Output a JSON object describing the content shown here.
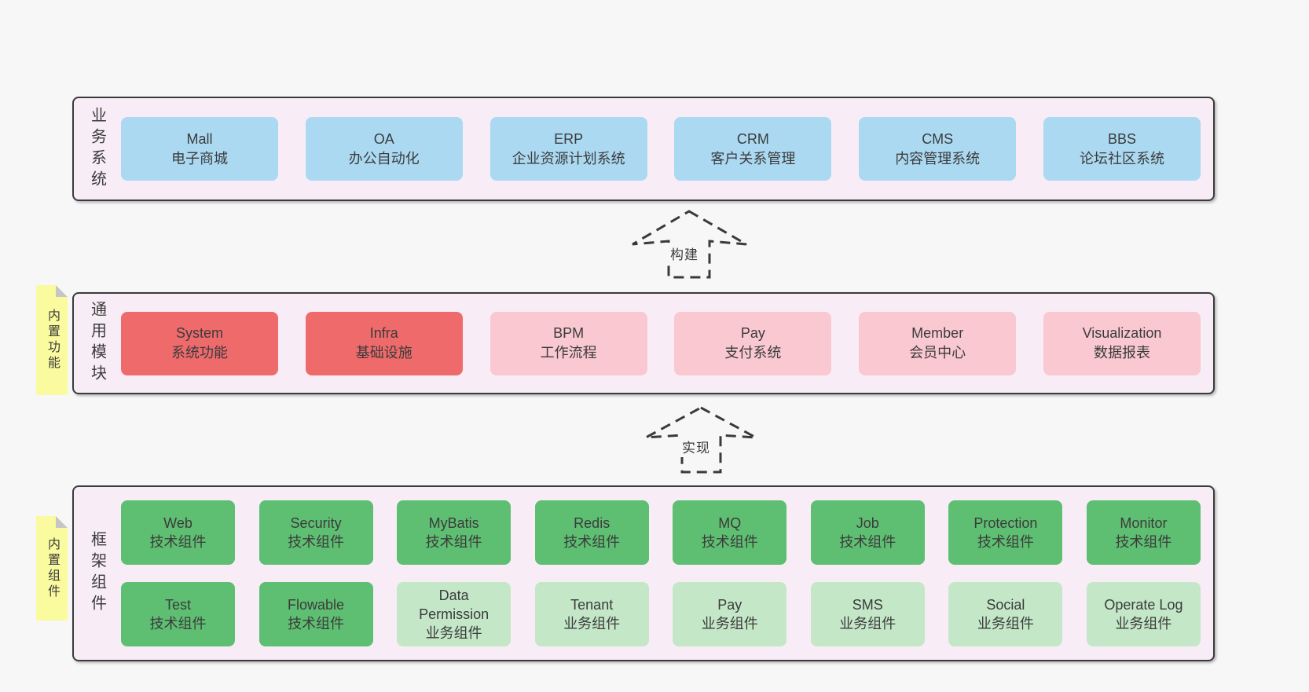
{
  "colors": {
    "page-bg": "#f7f7f7",
    "panel-bg": "#f8edf6",
    "panel-border": "#3b3b3b",
    "text": "#3b3b3b",
    "dash": "#3a3a3a",
    "blue": "#abd9f2",
    "red": "#ef6a6b",
    "pink": "#fac8d1",
    "green": "#5ebf72",
    "lightgreen": "#c4e7c8",
    "yellow": "#fafa9e",
    "fold": "#c5c5c5"
  },
  "arrows": [
    {
      "label": "构建"
    },
    {
      "label": "实现"
    }
  ],
  "layers": [
    {
      "id": "business",
      "side_label": "业务系统",
      "note": null,
      "rows": [
        [
          {
            "en": "Mall",
            "zh": "电子商城",
            "tone": "blue"
          },
          {
            "en": "OA",
            "zh": "办公自动化",
            "tone": "blue"
          },
          {
            "en": "ERP",
            "zh": "企业资源计划系统",
            "tone": "blue"
          },
          {
            "en": "CRM",
            "zh": "客户关系管理",
            "tone": "blue"
          },
          {
            "en": "CMS",
            "zh": "内容管理系统",
            "tone": "blue"
          },
          {
            "en": "BBS",
            "zh": "论坛社区系统",
            "tone": "blue"
          }
        ]
      ]
    },
    {
      "id": "modules",
      "side_label": "通用模块",
      "note": "内置功能",
      "rows": [
        [
          {
            "en": "System",
            "zh": "系统功能",
            "tone": "red"
          },
          {
            "en": "Infra",
            "zh": "基础设施",
            "tone": "red"
          },
          {
            "en": "BPM",
            "zh": "工作流程",
            "tone": "pink"
          },
          {
            "en": "Pay",
            "zh": "支付系统",
            "tone": "pink"
          },
          {
            "en": "Member",
            "zh": "会员中心",
            "tone": "pink"
          },
          {
            "en": "Visualization",
            "zh": "数据报表",
            "tone": "pink"
          }
        ]
      ]
    },
    {
      "id": "components",
      "side_label": "框架组件",
      "note": "内置组件",
      "rows": [
        [
          {
            "en": "Web",
            "zh": "技术组件",
            "tone": "green"
          },
          {
            "en": "Security",
            "zh": "技术组件",
            "tone": "green"
          },
          {
            "en": "MyBatis",
            "zh": "技术组件",
            "tone": "green"
          },
          {
            "en": "Redis",
            "zh": "技术组件",
            "tone": "green"
          },
          {
            "en": "MQ",
            "zh": "技术组件",
            "tone": "green"
          },
          {
            "en": "Job",
            "zh": "技术组件",
            "tone": "green"
          },
          {
            "en": "Protection",
            "zh": "技术组件",
            "tone": "green"
          },
          {
            "en": "Monitor",
            "zh": "技术组件",
            "tone": "green"
          }
        ],
        [
          {
            "en": "Test",
            "zh": "技术组件",
            "tone": "green"
          },
          {
            "en": "Flowable",
            "zh": "技术组件",
            "tone": "green"
          },
          {
            "en": "Data Permission",
            "zh": "业务组件",
            "tone": "lightgreen"
          },
          {
            "en": "Tenant",
            "zh": "业务组件",
            "tone": "lightgreen"
          },
          {
            "en": "Pay",
            "zh": "业务组件",
            "tone": "lightgreen"
          },
          {
            "en": "SMS",
            "zh": "业务组件",
            "tone": "lightgreen"
          },
          {
            "en": "Social",
            "zh": "业务组件",
            "tone": "lightgreen"
          },
          {
            "en": "Operate Log",
            "zh": "业务组件",
            "tone": "lightgreen"
          }
        ]
      ]
    }
  ]
}
